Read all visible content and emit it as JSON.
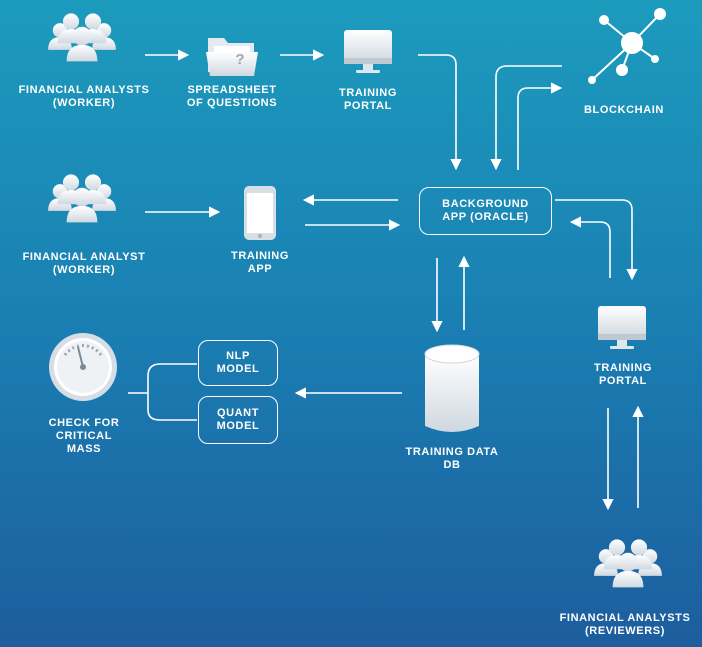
{
  "nodes": {
    "analysts_worker_top": "FINANCIAL ANALYSTS\n(WORKER)",
    "spreadsheet": "SPREADSHEET\nOF QUESTIONS",
    "training_portal_top": "TRAINING\nPORTAL",
    "blockchain": "BLOCKCHAIN",
    "analyst_worker_mid": "FINANCIAL ANALYST\n(WORKER)",
    "training_app": "TRAINING\nAPP",
    "background_app": "BACKGROUND\nAPP (ORACLE)",
    "training_portal_right": "TRAINING\nPORTAL",
    "nlp_model": "NLP\nMODEL",
    "quant_model": "QUANT\nMODEL",
    "training_data_db": "TRAINING DATA\nDB",
    "check_critical_mass": "CHECK FOR\nCRITICAL\nMASS",
    "analysts_reviewers": "FINANCIAL ANALYSTS\n(REVIEWERS)"
  },
  "icons": {
    "people": "people-group-icon",
    "folder": "folder-question-icon",
    "monitor": "monitor-icon",
    "network": "network-hub-icon",
    "phone": "smartphone-icon",
    "database": "database-cylinder-icon",
    "gauge": "gauge-icon"
  },
  "colors": {
    "background_top": "#1c9bbd",
    "background_bottom": "#1d5d9e",
    "foreground": "#ffffff"
  }
}
